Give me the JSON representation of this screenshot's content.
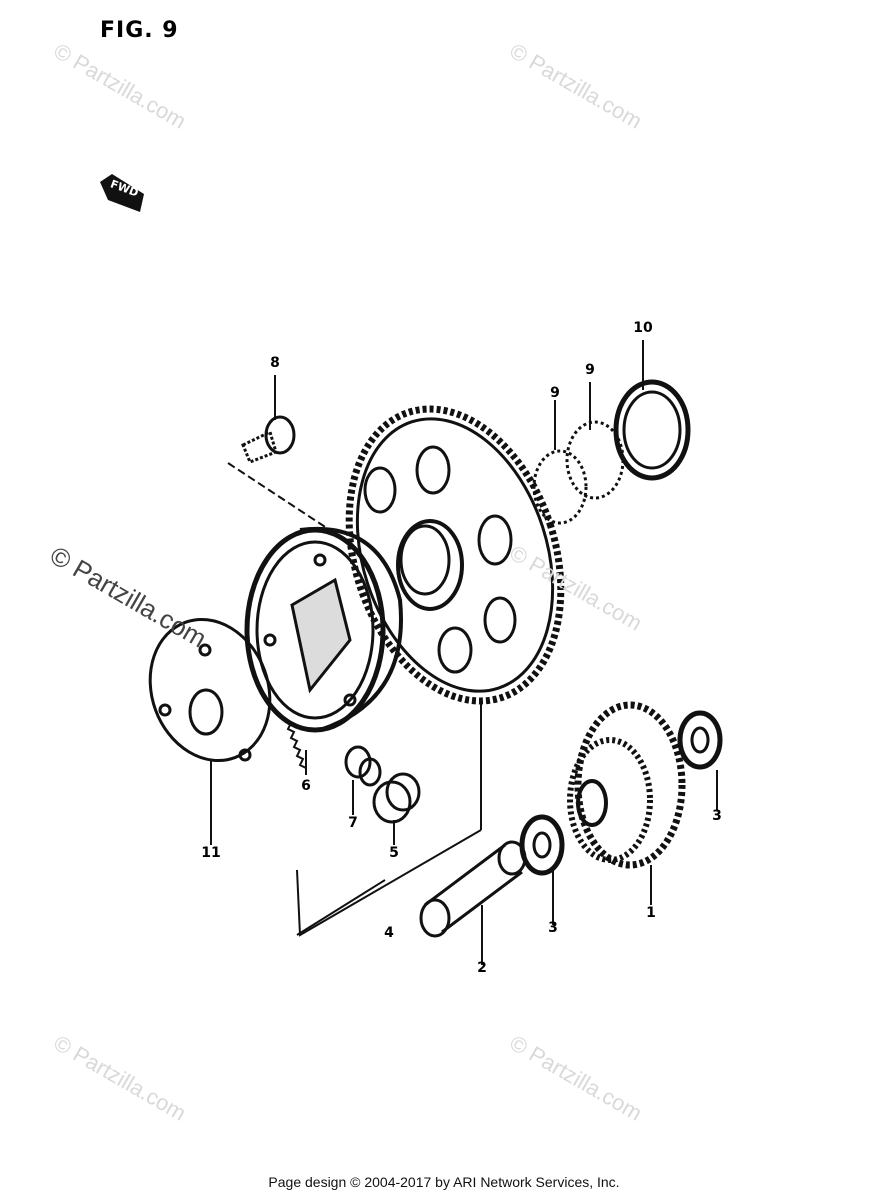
{
  "figure": {
    "title": "FIG. 9"
  },
  "direction": {
    "label": "FWD"
  },
  "watermarks": [
    "© Partzilla.com",
    "© Partzilla.com",
    "© Partzilla.com",
    "© Partzilla.com",
    "© Partzilla.com",
    "© Partzilla.com"
  ],
  "callouts": [
    "1",
    "2",
    "3",
    "3",
    "4",
    "5",
    "6",
    "7",
    "8",
    "9",
    "9",
    "10",
    "11"
  ],
  "footer": {
    "text": "Page design © 2004-2017 by ARI Network Services, Inc."
  }
}
